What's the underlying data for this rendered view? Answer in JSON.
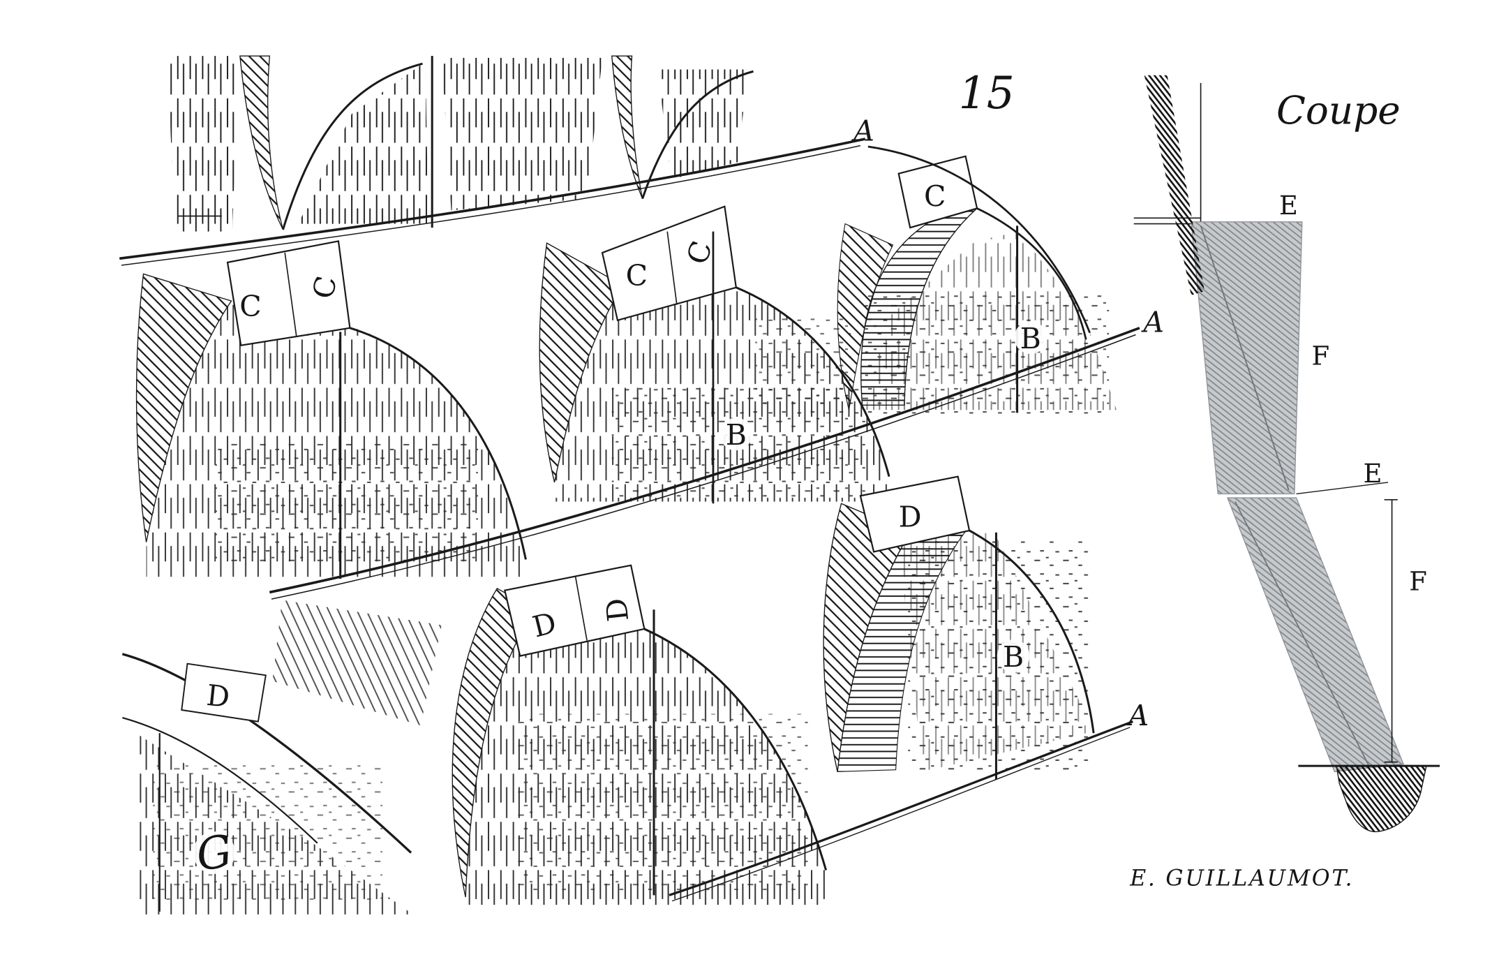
{
  "figure": {
    "number": "15",
    "section_title": "Coupe",
    "signature": "E. GUILLAUMOT.",
    "labels": {
      "a1": "A",
      "a2": "A",
      "a3": "A",
      "b1": "B",
      "b2": "B",
      "b3": "B",
      "c1": "C",
      "c2": "C",
      "c3": "C",
      "c4": "C",
      "c5": "C",
      "d1": "D",
      "d2": "D",
      "d3": "D",
      "d4": "D",
      "e1": "E",
      "e2": "E",
      "f1": "F",
      "f2": "F",
      "g1": "G"
    },
    "colors": {
      "ink": "#1a1a1a",
      "paper": "#ffffff",
      "section_wash": "#c6cacd"
    }
  }
}
